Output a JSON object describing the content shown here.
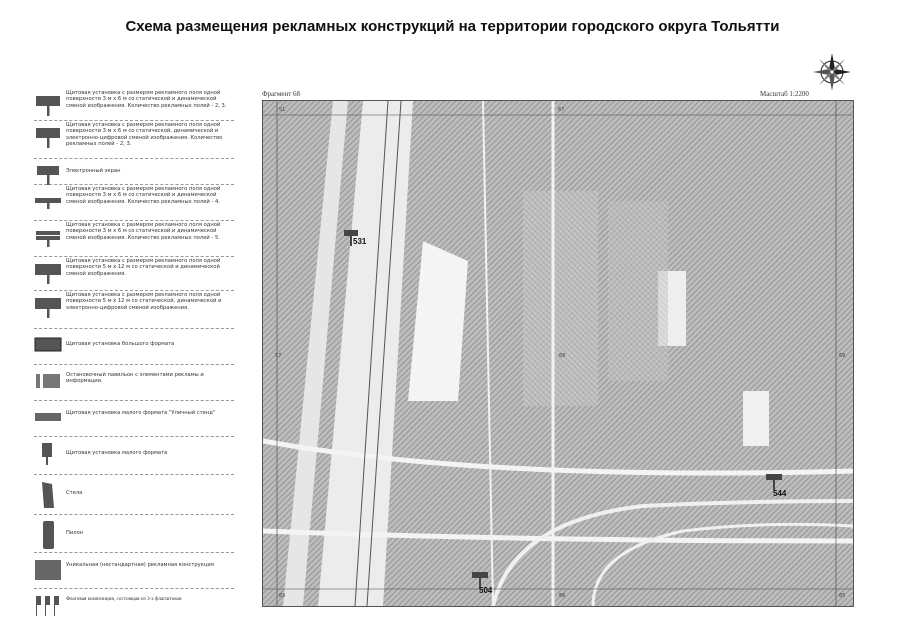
{
  "title": "Схема размещения рекламных конструкций на территории городского округа Тольятти",
  "map": {
    "fragment": "Фрагмент 68",
    "scale": "Масштаб 1:2200",
    "sheet_numbers": {
      "top_left": "51",
      "top_center": "67",
      "left_mid": "57",
      "center": "68",
      "right_mid": "69",
      "bottom_left": "83",
      "bottom_center": "86",
      "bottom_right": "85"
    },
    "markers": [
      {
        "id": "531"
      },
      {
        "id": "544"
      },
      {
        "id": "504"
      }
    ]
  },
  "legend": [
    {
      "icon": "billboard-3x6-icon",
      "text": "Щитовая установка с размером рекламного поля одной поверхности 3 м х 6 м со статической и динамической сменой изображения. Количество рекламных полей - 2, 3."
    },
    {
      "icon": "billboard-3x6-digital-icon",
      "text": "Щитовая установка с размером рекламного поля одной поверхности 3 м х 6 м со статической, динамической и электронно-цифровой сменой изображения. Количество рекламных полей - 2, 3."
    },
    {
      "icon": "electronic-screen-icon",
      "text": "Электронный экран"
    },
    {
      "icon": "billboard-4-fields-icon",
      "text": "Щитовая установка с размером рекламного поля одной поверхности 3 м х 6 м со статической и динамической сменой изображения. Количество рекламных полей - 4."
    },
    {
      "icon": "billboard-5-fields-icon",
      "text": "Щитовая установка с размером рекламного поля одной поверхности 3 м х 6 м со статической и динамической сменой изображения. Количество рекламных полей - 5."
    },
    {
      "icon": "billboard-5x12-icon",
      "text": "Щитовая установка с размером рекламного поля одной поверхности 5 м х 12 м со статической и динамической сменой изображения."
    },
    {
      "icon": "billboard-5x12-digital-icon",
      "text": "Щитовая установка с размером рекламного поля одной поверхности 5 м х 12 м со статической, динамической и электронно-цифровой сменой изображения."
    },
    {
      "icon": "large-format-icon",
      "text": "Щитовая установка большого формата"
    },
    {
      "icon": "bus-stop-icon",
      "text": "Остановочный павильон с элементами рекламы и информации."
    },
    {
      "icon": "street-stand-icon",
      "text": "Щитовая установка малого формата \"Уличный стенд\""
    },
    {
      "icon": "small-format-icon",
      "text": "Щитовая установка малого формата"
    },
    {
      "icon": "stele-icon",
      "text": "Стела"
    },
    {
      "icon": "pylon-icon",
      "text": "Пилон"
    },
    {
      "icon": "unique-construction-icon",
      "text": "Уникальная (нестандартная) рекламная конструкция"
    },
    {
      "icon": "flag-composition-icon",
      "text": "Флаговая композиция, состоящая из 3-х флагштоков"
    }
  ]
}
